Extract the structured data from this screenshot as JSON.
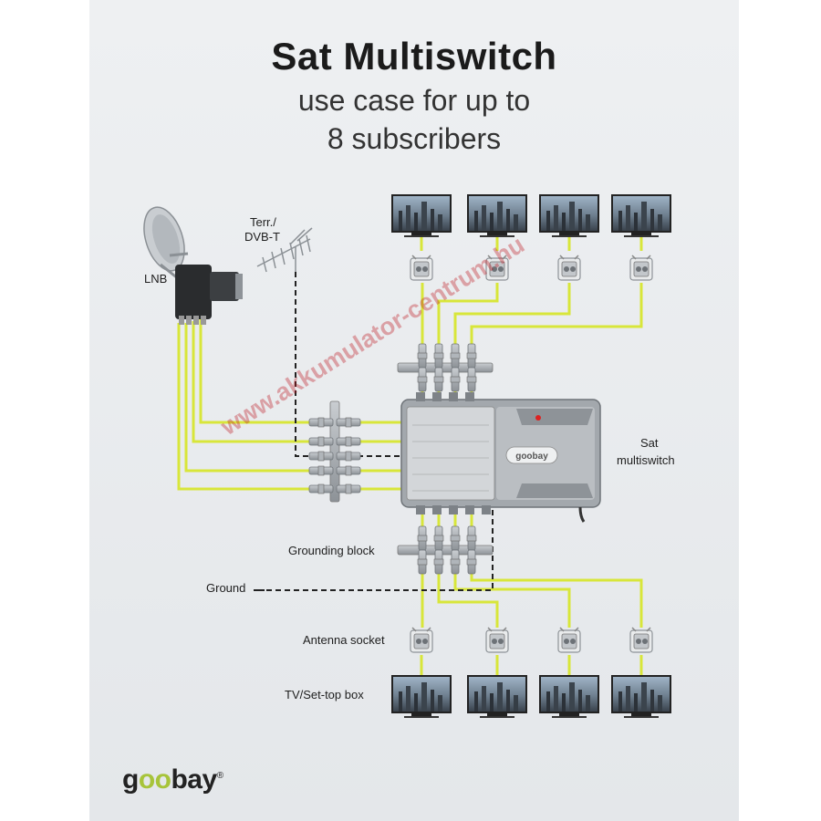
{
  "title": "Sat Multiswitch",
  "subtitle_line1": "use case for up to",
  "subtitle_line2": "8 subscribers",
  "labels": {
    "lnb": "LNB",
    "terr_line1": "Terr./",
    "terr_line2": "DVB-T",
    "sat_line1": "Sat",
    "sat_line2": "multiswitch",
    "grounding_block": "Grounding block",
    "ground": "Ground",
    "antenna_socket": "Antenna socket",
    "tv_settop": "TV/Set-top box"
  },
  "brand": {
    "pre": "g",
    "oo": "oo",
    "post": "bay",
    "mark": "®"
  },
  "device_brand": "goobay",
  "watermark": "www.akkumulator-centrum.hu",
  "colors": {
    "cable": "#d8e63a",
    "accent": "#a7c43a",
    "device": "#9ea3a8"
  }
}
